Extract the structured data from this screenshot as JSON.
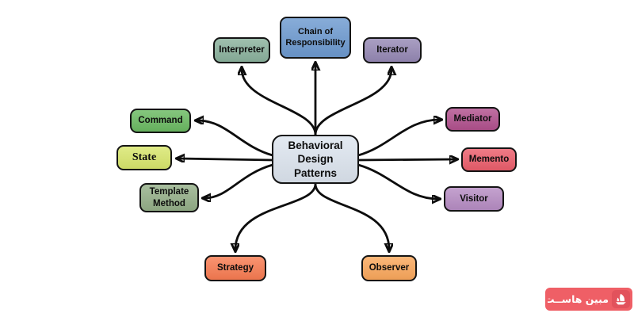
{
  "diagram": {
    "title": "Behavioral Design Patterns mind map",
    "center": {
      "label": "Behavioral\nDesign\nPatterns",
      "color": "#dde5ef"
    },
    "nodes": {
      "chain_of_responsibility": {
        "label": "Chain of Responsibility",
        "color": "#6d9ad0"
      },
      "interpreter": {
        "label": "Interpreter",
        "color": "#8bb29d"
      },
      "iterator": {
        "label": "Iterator",
        "color": "#9689b5"
      },
      "command": {
        "label": "Command",
        "color": "#6bba62"
      },
      "state": {
        "label": "State",
        "color": "#d9e76d"
      },
      "template_method": {
        "label": "Template Method",
        "color": "#95b089"
      },
      "mediator": {
        "label": "Mediator",
        "color": "#b2518e"
      },
      "memento": {
        "label": "Memento",
        "color": "#ec5e6c"
      },
      "visitor": {
        "label": "Visitor",
        "color": "#b78dc4"
      },
      "strategy": {
        "label": "Strategy",
        "color": "#f97c52"
      },
      "observer": {
        "label": "Observer",
        "color": "#fba85c"
      }
    },
    "edges": [
      {
        "from": "center",
        "to": "chain_of_responsibility"
      },
      {
        "from": "center",
        "to": "interpreter"
      },
      {
        "from": "center",
        "to": "iterator"
      },
      {
        "from": "center",
        "to": "command"
      },
      {
        "from": "center",
        "to": "state"
      },
      {
        "from": "center",
        "to": "template_method"
      },
      {
        "from": "center",
        "to": "mediator"
      },
      {
        "from": "center",
        "to": "memento"
      },
      {
        "from": "center",
        "to": "visitor"
      },
      {
        "from": "center",
        "to": "strategy"
      },
      {
        "from": "center",
        "to": "observer"
      }
    ],
    "edge_color": "#0d0d0d",
    "text_color": "#0d0d0d"
  },
  "watermark": {
    "label": "مبین هاســت",
    "badge_color": "#ef5f66",
    "logo_tile_color": "#e2525c",
    "logo_icon": "mabin-host-logo"
  }
}
